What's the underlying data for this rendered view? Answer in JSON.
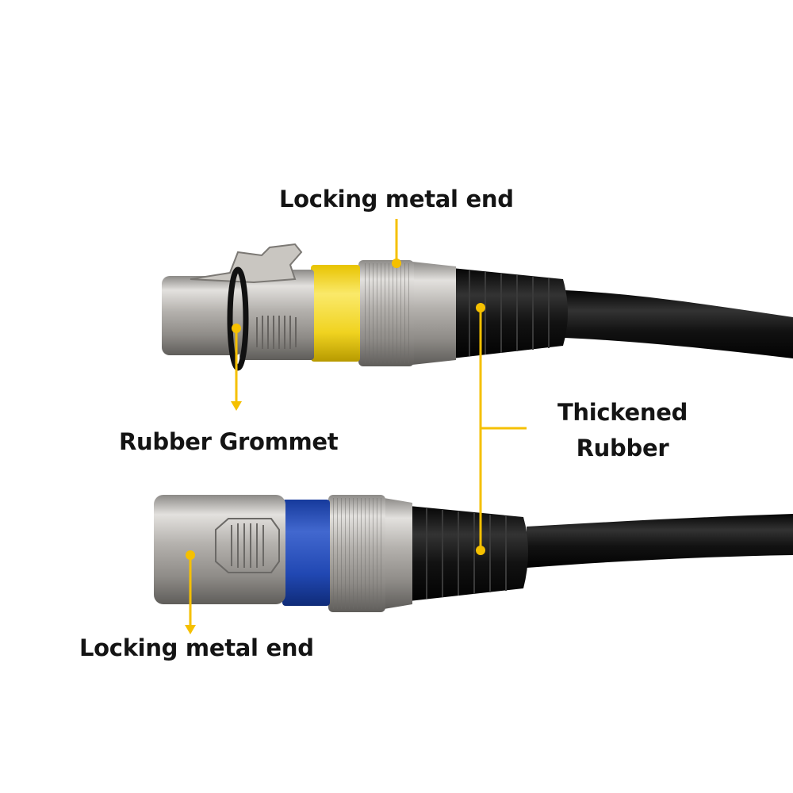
{
  "annotations": {
    "top_metal_end": "Locking metal end",
    "rubber_grommet": "Rubber Grommet",
    "bottom_metal_end": "Locking metal end",
    "thickened_rubber_line1": "Thickened",
    "thickened_rubber_line2": "Rubber"
  },
  "colors": {
    "annotation_line": "#f5c000",
    "female_ring": "#f2d21b",
    "male_ring": "#1f46b5",
    "cable": "#111111",
    "metal": "#b9b6b2"
  }
}
